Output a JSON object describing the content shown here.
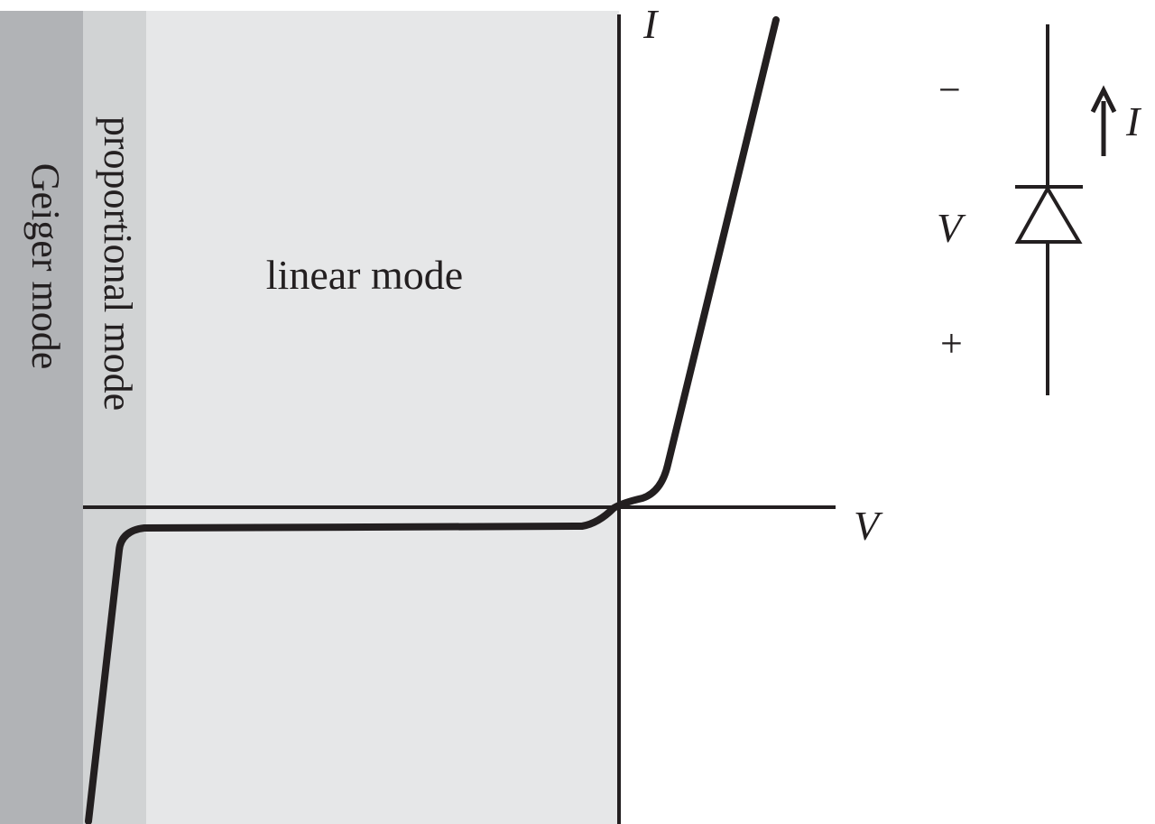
{
  "regions": {
    "geiger": {
      "label": "Geiger mode",
      "color": "#b1b3b6"
    },
    "proportional": {
      "label": "proportional mode",
      "color": "#d1d3d4"
    },
    "linear": {
      "label": "linear mode",
      "color": "#e6e7e8"
    }
  },
  "axes": {
    "x_label": "V",
    "y_label": "I",
    "color": "#231f20"
  },
  "curve": {
    "description_points": "schematic I-V characteristic of a photodiode",
    "color": "#231f20"
  },
  "circuit": {
    "minus_sign": "−",
    "plus_sign": "+",
    "voltage_label": "V",
    "current_label": "I"
  }
}
